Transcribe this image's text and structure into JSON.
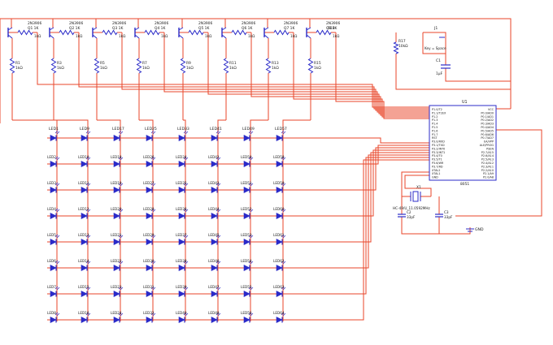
{
  "colors": {
    "wire": "#e8452a",
    "component": "#2b2bc8",
    "text": "#1a1a1a",
    "background": "#ffffff"
  },
  "transistors": [
    {
      "ref": "Q1",
      "part": "2N3906",
      "base_resistor": "R2 1K"
    },
    {
      "ref": "Q2",
      "part": "2N3906",
      "base_resistor": "R4 1K"
    },
    {
      "ref": "Q3",
      "part": "2N3906",
      "base_resistor": "R6 1K"
    },
    {
      "ref": "Q4",
      "part": "2N3906",
      "base_resistor": "R8 1K"
    },
    {
      "ref": "Q5",
      "part": "2N3906",
      "base_resistor": "R10 1K"
    },
    {
      "ref": "Q6",
      "part": "2N3906",
      "base_resistor": "R12 1K"
    },
    {
      "ref": "Q7",
      "part": "2N3906",
      "base_resistor": "R14 1K"
    },
    {
      "ref": "Q8",
      "part": "2N3906",
      "base_resistor": "R16 1K"
    }
  ],
  "pull_resistors": [
    {
      "ref": "R1",
      "value": "1kΩ"
    },
    {
      "ref": "R3",
      "value": "1kΩ"
    },
    {
      "ref": "R5",
      "value": "1kΩ"
    },
    {
      "ref": "R7",
      "value": "1kΩ"
    },
    {
      "ref": "R9",
      "value": "1kΩ"
    },
    {
      "ref": "R11",
      "value": "1kΩ"
    },
    {
      "ref": "R13",
      "value": "1kΩ"
    },
    {
      "ref": "R15",
      "value": "1kΩ"
    }
  ],
  "column_headers": [
    "LED1",
    "LED9",
    "LED17",
    "LED25",
    "LED33",
    "LED41",
    "LED49",
    "LED57"
  ],
  "led_start_numbers": [
    1,
    9,
    17,
    25,
    33,
    41,
    49,
    57
  ],
  "rows": 8,
  "reset": {
    "r17_label": "R17",
    "r17_value": "10kΩ",
    "switch_ref": "J1",
    "switch_label": "Key = Space",
    "c1_ref": "C1",
    "c1_value": "1µF",
    "r18_label": "R18"
  },
  "mcu": {
    "ref": "U1",
    "left_pins": [
      "P1.0/T2",
      "P1.1/T2EX",
      "P1.2",
      "P1.3",
      "P1.4",
      "P1.5",
      "P1.6",
      "P1.7",
      "RST",
      "P3.0/RXD",
      "P3.1/TXD",
      "P3.2/INT0",
      "P3.3/INT1",
      "P3.4/T0",
      "P3.5/T1",
      "P3.6/WR",
      "P3.7/RD",
      "XTAL2",
      "XTAL1",
      "GND"
    ],
    "right_pins": [
      "VCC",
      "P0.0/AD0",
      "P0.1/AD1",
      "P0.2/AD2",
      "P0.3/AD3",
      "P0.4/AD4",
      "P0.5/AD5",
      "P0.6/AD6",
      "P0.7/AD7",
      "EA/VPP",
      "ALE/PROG",
      "PSEN",
      "P2.7/A15",
      "P2.6/A14",
      "P2.5/A13",
      "P2.4/A12",
      "P2.3/A11",
      "P2.2/A10",
      "P2.1/A9",
      "P2.0/A8"
    ],
    "part": "8051"
  },
  "crystal": {
    "ref": "X1",
    "value": "HC-49/U_11.0592MHz",
    "c2_ref": "C2",
    "c2_value": "33pF",
    "c3_ref": "C3",
    "c3_value": "33pF"
  },
  "ground_label": "GND"
}
